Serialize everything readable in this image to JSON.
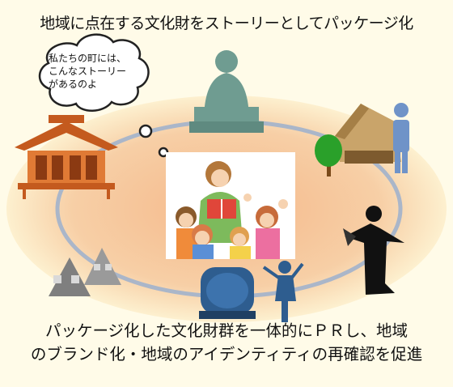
{
  "heading": "地域に点在する文化財をストーリーとしてパッケージ化",
  "speech_bubble": {
    "line1": "私たちの町には、",
    "line2": "こんなストーリー",
    "line3": "があるのよ"
  },
  "caption": {
    "line1": "パッケージ化した文化財群を一体的にＰＲし、地域",
    "line2": "のブランド化・地域のアイデンティティの再確認を促進"
  },
  "colors": {
    "background": "#fffbe8",
    "ellipse_inner": "#f7cfa6",
    "ellipse_outer": "#fdf0cf",
    "loop": "#aab6c9",
    "buddha": "#6f9c91",
    "temple": "#c45a1e",
    "house": "#7f7f7f",
    "drum": "#2e5d8f"
  }
}
